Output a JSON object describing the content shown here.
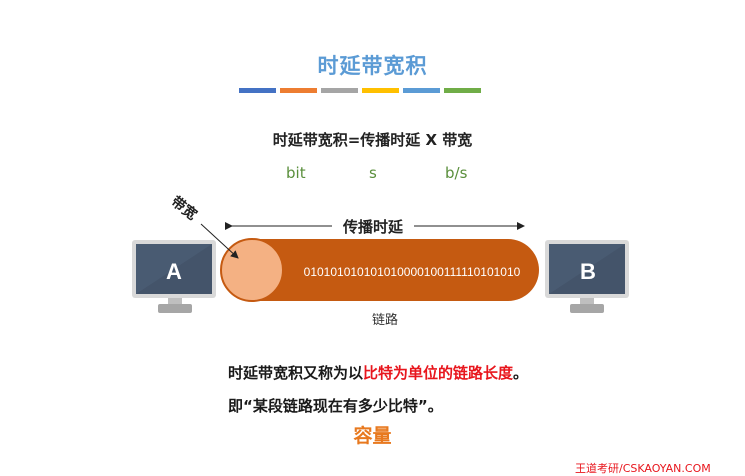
{
  "title": "时延带宽积",
  "divider_colors": [
    "#4472c4",
    "#ed7d31",
    "#a5a5a5",
    "#ffc000",
    "#5b9bd5",
    "#70ad47"
  ],
  "formula": "时延带宽积=传播时延 X 带宽",
  "units": {
    "bit": "bit",
    "s": "s",
    "bps": "b/s"
  },
  "diagram": {
    "bandwidth_label": "带宽",
    "propagation_delay_label": "传播时延",
    "host_a": "A",
    "host_b": "B",
    "bits": "010101010101010000100111110101010",
    "link_label": "链路",
    "link_color": "#c55a11",
    "link_end_color": "#f4b183"
  },
  "explanation": {
    "line1_prefix": "时延带宽积又称为以",
    "line1_highlight": "比特为单位的链路长度",
    "line1_suffix": "。",
    "line2": "即“某段链路现在有多少比特”。"
  },
  "capacity_label": "容量",
  "watermark": "王道考研/CSKAOYAN.COM"
}
